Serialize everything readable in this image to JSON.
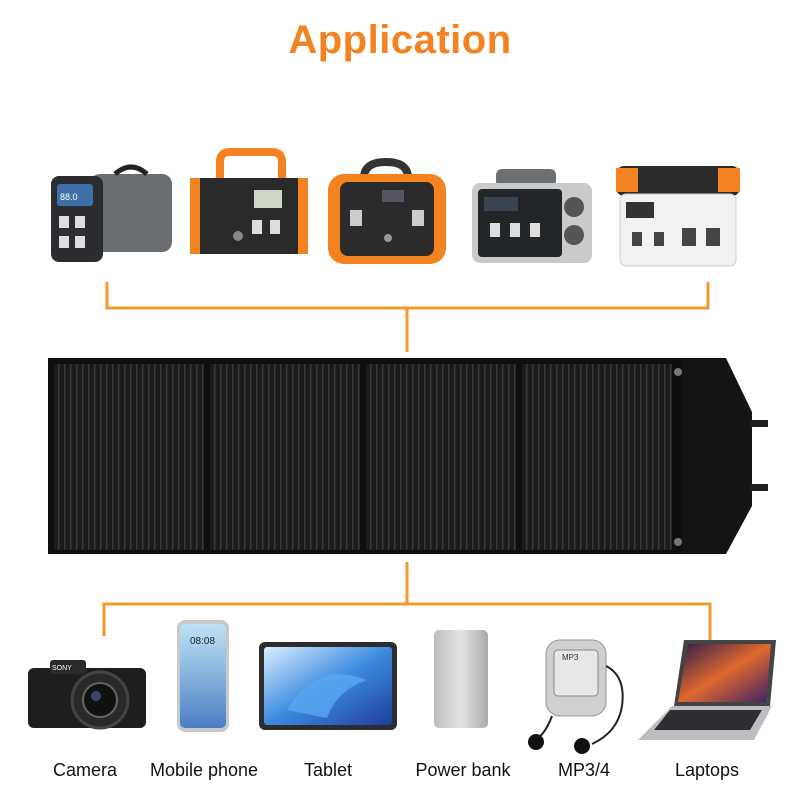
{
  "title": "Application",
  "colors": {
    "accent": "#f58220",
    "line": "#f39a2e",
    "panel": "#1a1a1a",
    "background": "#ffffff"
  },
  "power_stations": [
    {
      "icon": "power-station-icon"
    },
    {
      "icon": "power-station-icon"
    },
    {
      "icon": "power-station-icon"
    },
    {
      "icon": "power-station-icon"
    },
    {
      "icon": "power-station-icon"
    }
  ],
  "solar_panel": {
    "icon": "solar-panel-icon"
  },
  "devices": [
    {
      "label": "Camera",
      "icon": "camera-icon"
    },
    {
      "label": "Mobile phone",
      "icon": "phone-icon"
    },
    {
      "label": "Tablet",
      "icon": "tablet-icon"
    },
    {
      "label": "Power bank",
      "icon": "power-bank-icon"
    },
    {
      "label": "MP3/4",
      "icon": "mp3-player-icon"
    },
    {
      "label": "Laptops",
      "icon": "laptop-icon"
    }
  ],
  "phone_screen": {
    "time": "08:08"
  }
}
